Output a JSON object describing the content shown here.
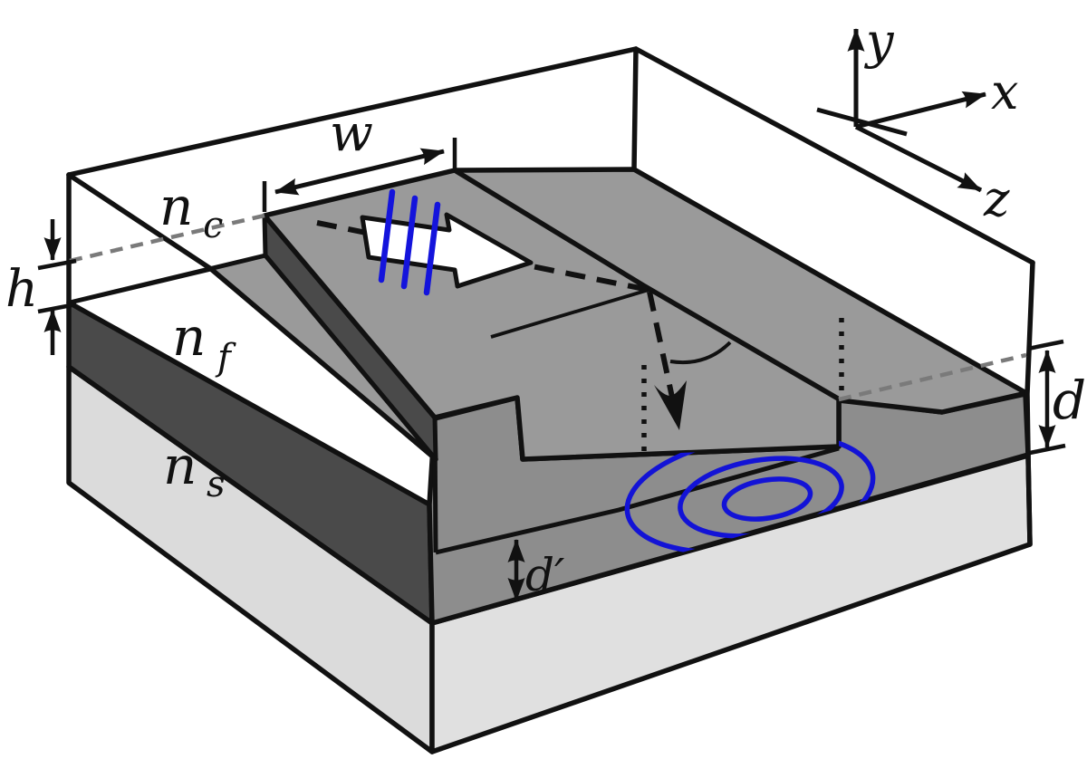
{
  "labels": {
    "cover": {
      "base": "n",
      "sub": "c"
    },
    "film": {
      "base": "n",
      "sub": "f"
    },
    "substrate": {
      "base": "n",
      "sub": "s"
    },
    "rib_width": "w",
    "etch_height": "h",
    "film_thickness": "d",
    "slab_thickness": "d′",
    "axis_x": "x",
    "axis_y": "y",
    "axis_z": "z"
  },
  "colors": {
    "outline": "#111111",
    "film_top": "#9a9a9a",
    "film_front": "#8d8d8d",
    "film_dark_side": "#4a4a4a",
    "substrate_left": "#dbdbdb",
    "substrate_front": "#e0e0e0",
    "contour_blue": "#1313d6",
    "wavefront_blue": "#1414dc",
    "reference_gray": "#7a7a7a",
    "arrow_fill_white": "#ffffff"
  }
}
